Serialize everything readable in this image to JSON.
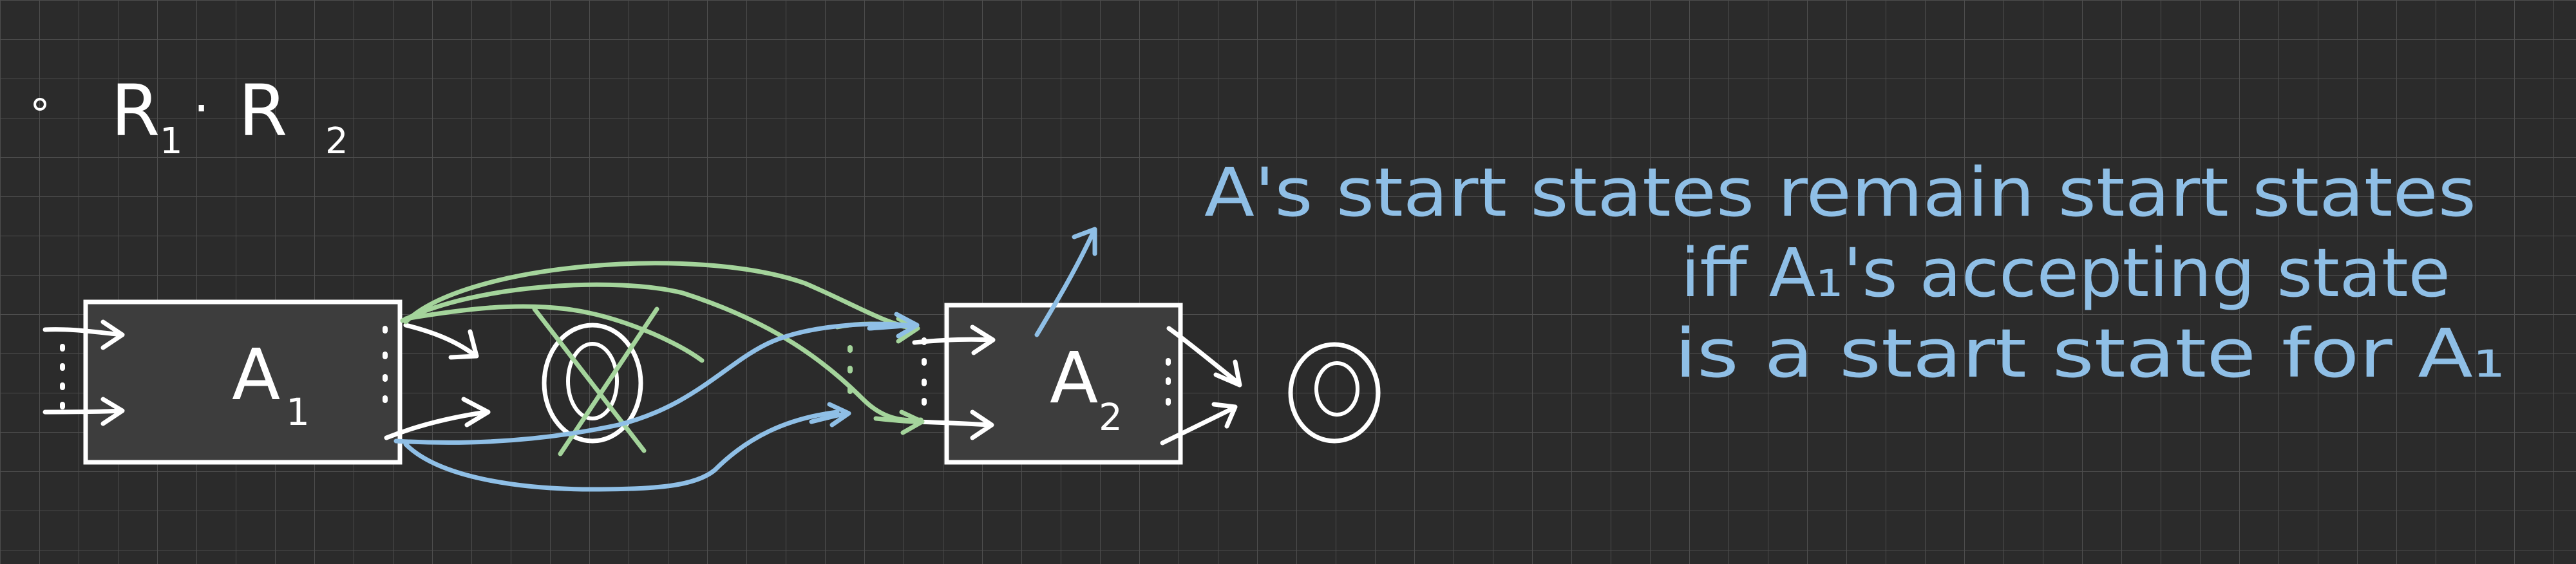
{
  "canvas": {
    "background": "#2b2b2b",
    "grid_color": "#4e4e4e",
    "ink_white": "#ffffff",
    "ink_blue": "#8fbfe6",
    "ink_green": "#a4d49b",
    "box_fill": "#3d3d3d"
  },
  "heading": {
    "bullet": "∘",
    "r1": "R",
    "r1_sub": "1",
    "dot": "·",
    "r2": "R",
    "r2_sub": "2"
  },
  "automaton_a1": {
    "label": "A",
    "sub": "1"
  },
  "automaton_a2": {
    "label": "A",
    "sub": "2"
  },
  "note": {
    "line1": "A's start states remain start states",
    "line2": "iff A₁'s accepting state",
    "line3": "is a start state for A₁"
  }
}
